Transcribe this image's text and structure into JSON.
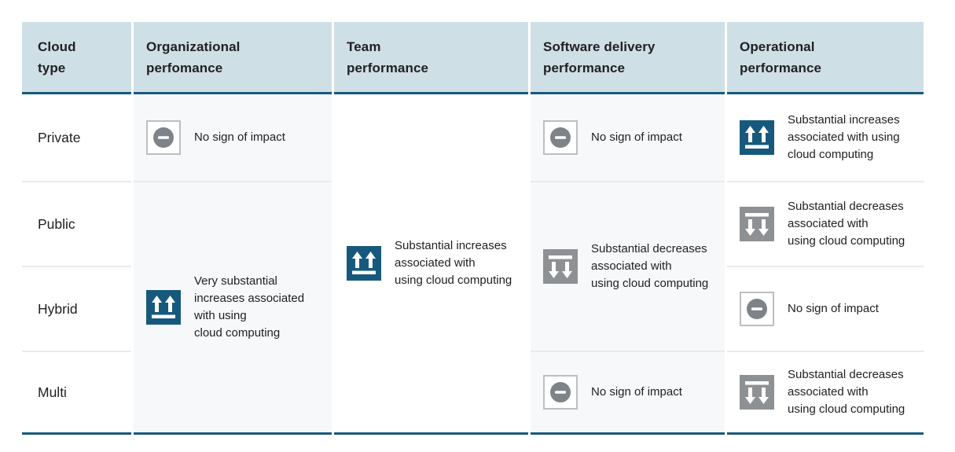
{
  "colors": {
    "header_bg": "#cfdfe6",
    "accent_border": "#17597d",
    "increase_icon_bg": "#17597d",
    "decrease_icon_bg": "#8e9194",
    "no_impact_circle": "#7d8388",
    "no_impact_border": "#bcbfc1",
    "column_shade_bg": "#f7f8f9",
    "divider": "#e8eaec",
    "text": "#202124",
    "page_bg": "#ffffff"
  },
  "table": {
    "columns": [
      {
        "label": "Cloud\ntype"
      },
      {
        "label": "Organizational\nperfomance"
      },
      {
        "label": "Team\nperformance"
      },
      {
        "label": "Software delivery\nperformance"
      },
      {
        "label": "Operational\nperformance"
      }
    ],
    "row_labels": {
      "r1": "Private",
      "r2": "Public",
      "r3": "Hybrid",
      "r4": "Multi"
    },
    "cells": {
      "org_private": {
        "icon": "no-impact",
        "text": "No sign of impact"
      },
      "org_merged": {
        "icon": "increase",
        "text": "Very substantial\nincreases associated\nwith using\ncloud computing"
      },
      "team_merged": {
        "icon": "increase",
        "text": "Substantial increases\nassociated with\nusing cloud computing"
      },
      "sw_private": {
        "icon": "no-impact",
        "text": "No sign of impact"
      },
      "sw_merged": {
        "icon": "decrease",
        "text": "Substantial decreases\nassociated with\nusing cloud computing"
      },
      "sw_multi": {
        "icon": "no-impact",
        "text": "No sign of impact"
      },
      "op_private": {
        "icon": "increase",
        "text": "Substantial increases\nassociated with using\ncloud computing"
      },
      "op_public": {
        "icon": "decrease",
        "text": "Substantial decreases\nassociated with\nusing cloud computing"
      },
      "op_hybrid": {
        "icon": "no-impact",
        "text": "No sign of impact"
      },
      "op_multi": {
        "icon": "decrease",
        "text": "Substantial decreases\nassociated with\nusing cloud computing"
      }
    }
  },
  "chart_data": {
    "type": "table",
    "title": "",
    "columns": [
      "Cloud type",
      "Organizational perfomance",
      "Team performance",
      "Software delivery performance",
      "Operational performance"
    ],
    "rows": [
      [
        "Private",
        "No sign of impact",
        "Substantial increases associated with using cloud computing",
        "No sign of impact",
        "Substantial increases associated with using cloud computing"
      ],
      [
        "Public",
        "Very substantial increases associated with using cloud computing",
        "Substantial increases associated with using cloud computing",
        "Substantial decreases associated with using cloud computing",
        "Substantial decreases associated with using cloud computing"
      ],
      [
        "Hybrid",
        "Very substantial increases associated with using cloud computing",
        "Substantial increases associated with using cloud computing",
        "Substantial decreases associated with using cloud computing",
        "No sign of impact"
      ],
      [
        "Multi",
        "Very substantial increases associated with using cloud computing",
        "Substantial increases associated with using cloud computing",
        "No sign of impact",
        "Substantial decreases associated with using cloud computing"
      ]
    ],
    "merges": [
      {
        "column": "Organizational perfomance",
        "rows": [
          "Public",
          "Hybrid",
          "Multi"
        ],
        "value": "Very substantial increases associated with using cloud computing"
      },
      {
        "column": "Team performance",
        "rows": [
          "Private",
          "Public",
          "Hybrid",
          "Multi"
        ],
        "value": "Substantial increases associated with using cloud computing"
      },
      {
        "column": "Software delivery performance",
        "rows": [
          "Public",
          "Hybrid"
        ],
        "value": "Substantial decreases associated with using cloud computing"
      }
    ],
    "legend": {
      "increase": "teal square icon with two up arrows over a bar",
      "decrease": "gray square icon with two down arrows under a bar",
      "no-impact": "outlined square with gray minus circle"
    }
  }
}
